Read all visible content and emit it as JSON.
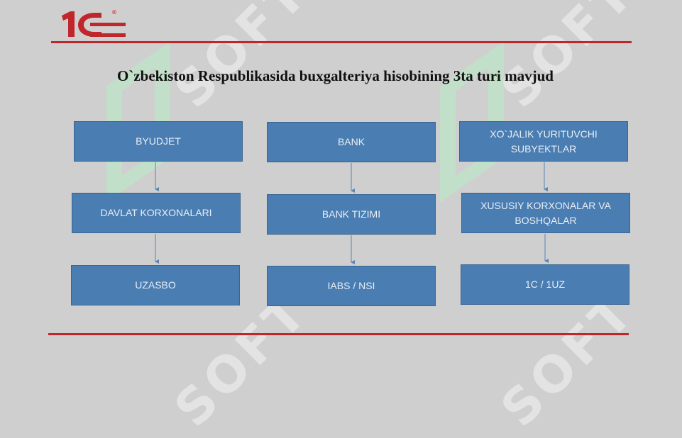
{
  "logo": {
    "text": "1C",
    "registered_mark": "®",
    "brand_color": "#c0272d"
  },
  "watermark": {
    "text": "SOFT"
  },
  "title": "O`zbekiston Respublikasida buxgalteriya hisobining 3ta turi mavjud",
  "columns": [
    {
      "top": "BYUDJET",
      "middle": "DAVLAT KORXONALARI",
      "bottom": "UZASBO"
    },
    {
      "top": "BANK",
      "middle": "BANK TIZIMI",
      "bottom": "IABS / NSI"
    },
    {
      "top": "XO`JALIK YURITUVCHI SUBYEKTLAR",
      "middle": "XUSUSIY KORXONALAR VA BOSHQALAR",
      "bottom": "1C / 1UZ"
    }
  ],
  "colors": {
    "box_fill": "#4a7db2",
    "rule": "#c0272d",
    "background": "#cfcfcf"
  }
}
